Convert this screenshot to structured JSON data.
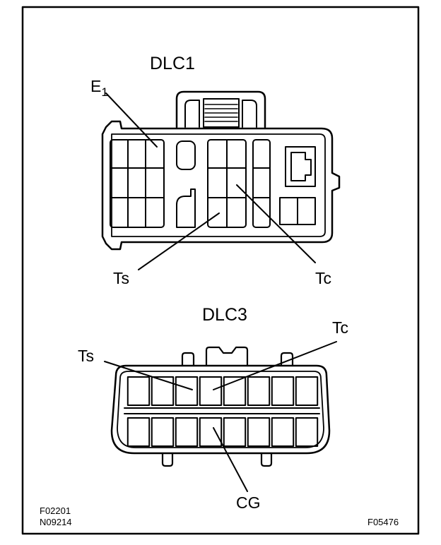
{
  "dlc1": {
    "title": "DLC1",
    "labels": {
      "e1": "E",
      "e1_sub": "1",
      "ts": "Ts",
      "tc": "Tc"
    }
  },
  "dlc3": {
    "title": "DLC3",
    "labels": {
      "ts": "Ts",
      "tc": "Tc",
      "cg": "CG"
    },
    "pins_per_row": 8,
    "rows": 2
  },
  "codes": {
    "bottom_left_1": "F02201",
    "bottom_left_2": "N09214",
    "bottom_right": "F05476"
  }
}
